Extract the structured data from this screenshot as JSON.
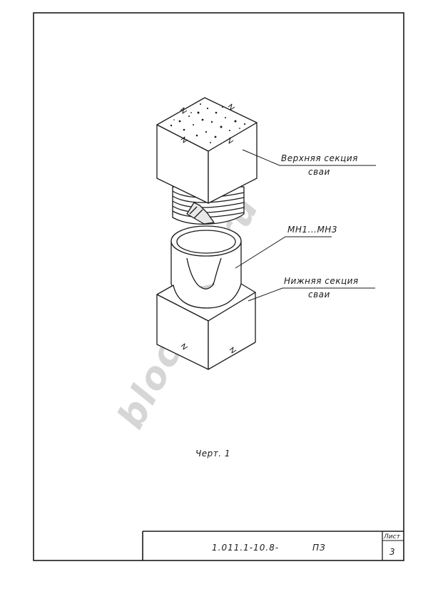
{
  "labels": {
    "upper_section_line1": "Верхняя секция",
    "upper_section_line2": "сваи",
    "connector": "МН1...МН3",
    "lower_section_line1": "Нижняя секция",
    "lower_section_line2": "сваи",
    "figure_caption": "Черт. 1"
  },
  "title_block": {
    "document_code": "1.011.1-10.8-",
    "document_type": "ПЗ",
    "sheet_label": "Лист",
    "sheet_number": "3"
  },
  "watermark": "blockgtu.ru",
  "colors": {
    "ink": "#1a1a1a",
    "watermark": "#c9c9c9"
  }
}
